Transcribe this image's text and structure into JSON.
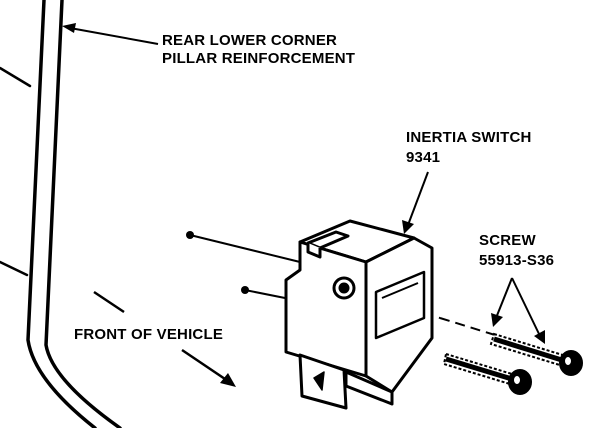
{
  "labels": {
    "pillar_line1": "REAR LOWER CORNER",
    "pillar_line2": "PILLAR REINFORCEMENT",
    "switch_line1": "INERTIA SWITCH",
    "switch_line2": "9341",
    "screw_line1": "SCREW",
    "screw_line2": "55913-S36",
    "front": "FRONT OF VEHICLE"
  }
}
